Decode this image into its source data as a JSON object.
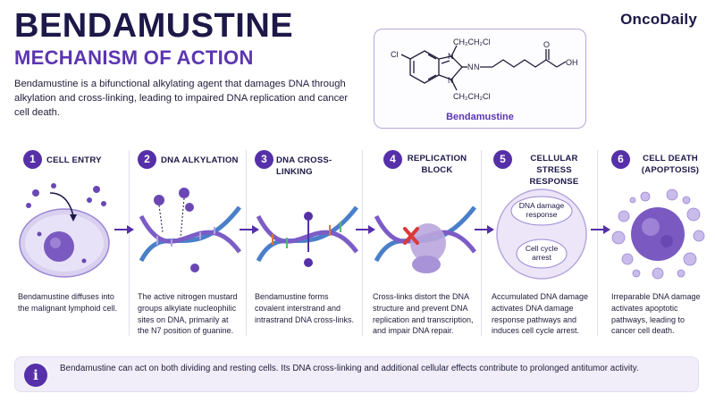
{
  "header": {
    "title": "BENDAMUSTINE",
    "subtitle": "MECHANISM OF ACTION",
    "intro": "Bendamustine is a bifunctional alkylating agent that damages DNA through alkylation and cross-linking, leading to impaired DNA replication and cancer cell death.",
    "brand": "OncoDaily"
  },
  "structure": {
    "label": "Bendamustine",
    "atoms": {
      "cl_left": "Cl",
      "chain_top": "CH₂CH₂Cl",
      "chain_bottom": "CH₂CH₂Cl",
      "n1": "N",
      "n2": "N",
      "n3": "N",
      "n_amine": "N",
      "oxygen": "O",
      "oh": "OH"
    }
  },
  "steps": [
    {
      "number": "1",
      "title": "CELL ENTRY",
      "description": "Bendamustine diffuses into the malignant lymphoid cell."
    },
    {
      "number": "2",
      "title": "DNA ALKYLATION",
      "description": "The active nitrogen mustard groups alkylate nucleophilic sites on DNA, primarily at the N7 position of guanine."
    },
    {
      "number": "3",
      "title": "DNA CROSS-LINKING",
      "description": "Bendamustine forms covalent interstrand and intrastrand DNA cross-links."
    },
    {
      "number": "4",
      "title": "REPLICATION BLOCK",
      "description": "Cross-links distort the DNA structure and prevent DNA replication and transcription, and impair DNA repair."
    },
    {
      "number": "5",
      "title": "CELLULAR STRESS RESPONSE",
      "description": "Accumulated DNA damage activates DNA damage response pathways and induces cell cycle arrest.",
      "labels": [
        "DNA damage response",
        "Cell cycle arrest"
      ]
    },
    {
      "number": "6",
      "title": "CELL DEATH (APOPTOSIS)",
      "description": "Irreparable DNA damage activates apoptotic pathways, leading to cancer cell death."
    }
  ],
  "note": {
    "icon": "info-icon",
    "text": "Bendamustine can act on both dividing and resting cells. Its DNA cross-linking and additional cellular effects contribute to prolonged antitumor activity."
  },
  "colors": {
    "primary": "#5530a8",
    "navy": "#1c1848",
    "lavender": "#b9a6dd",
    "dna_blue": "#4a7fc9",
    "dna_purple": "#7c5cc6",
    "cross_mark": "#d93a3a"
  }
}
